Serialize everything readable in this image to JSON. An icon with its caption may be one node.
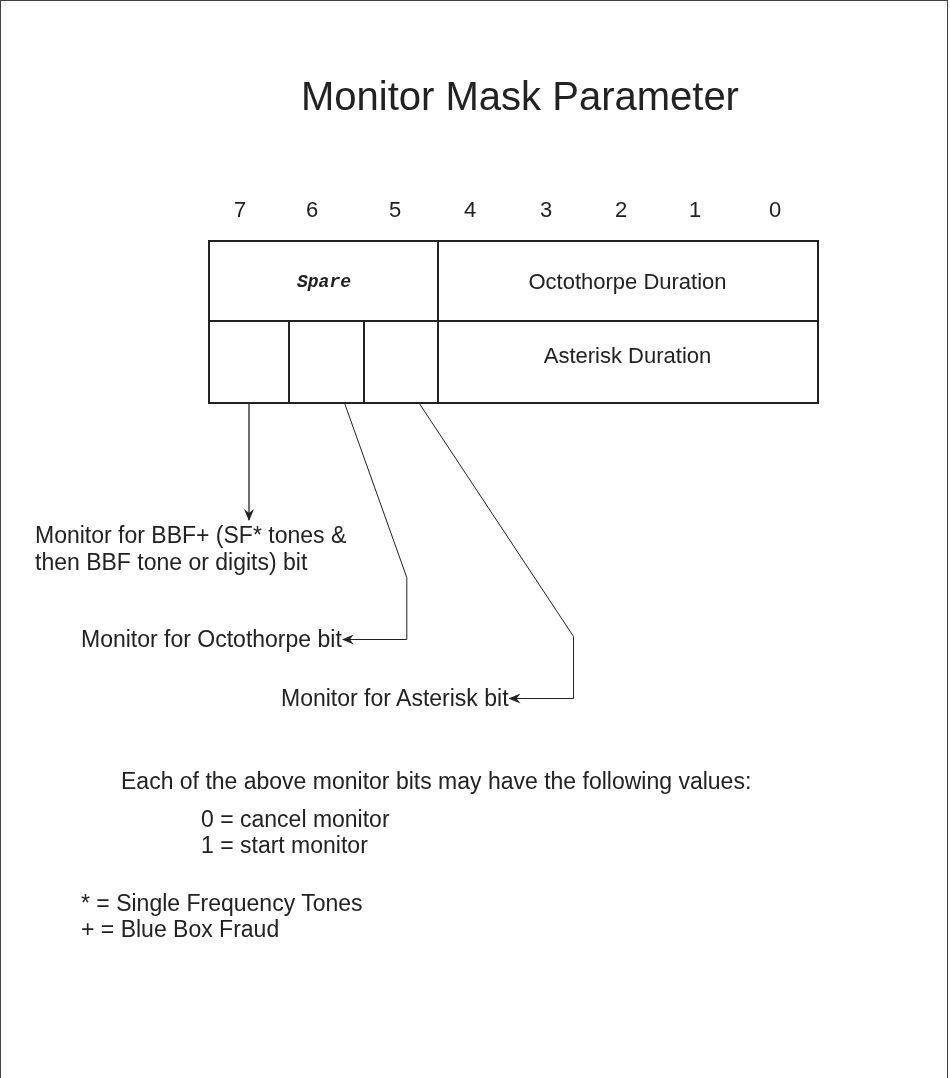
{
  "diagram": {
    "title": "Monitor Mask Parameter",
    "nodes": [
      {
        "text": [
          "Spare"
        ]
      },
      {
        "text": [
          "Octothorpe Duration"
        ]
      },
      {
        "text": [],
        "shape": "box"
      },
      {
        "text": [],
        "shape": "box"
      },
      {
        "text": [],
        "shape": "box"
      },
      {
        "text": [
          "Asterisk Duration"
        ]
      },
      {
        "text": [
          "Monitor for BBF+ (SF* tones & then BBF tone or digits) bit"
        ]
      },
      {
        "text": [
          "Monitor for Octothorpe bit"
        ]
      },
      {
        "text": [
          "Monitor for Asterisk bit"
        ]
      }
    ],
    "edges": [
      {
        "from": 2,
        "to": 6,
        "arrow": "to"
      },
      {
        "from": 3,
        "to": 7,
        "arrow": "to"
      },
      {
        "from": 4,
        "to": 8,
        "arrow": "to"
      }
    ],
    "labels": [
      "7",
      "6",
      "5",
      "4",
      "3",
      "2",
      "1",
      "0",
      "Each of the above monitor bits may have the following values:",
      "0 = cancel monitor",
      "1 = start monitor",
      "* = Single Frequency Tones",
      "+ = Blue Box Fraud"
    ]
  }
}
